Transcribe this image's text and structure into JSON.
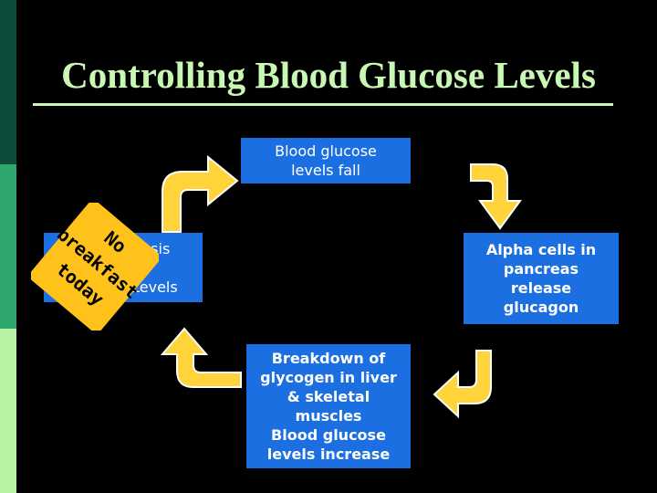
{
  "title": "Controlling Blood Glucose Levels",
  "boxes": {
    "top": "Blood glucose\nlevels fall",
    "left": "Homeostasis\nNormal\nGlucose Levels",
    "right": "Alpha cells in\npancreas\nrelease\nglucagon",
    "bottom": "Breakdown of\nglycogen in liver\n& skeletal\nmuscles\nBlood glucose\nlevels increase"
  },
  "sticker": {
    "line1": "No",
    "line2": "breakfast",
    "line3": "today"
  },
  "colors": {
    "background": "#000000",
    "title": "#c9f7b4",
    "box": "#1c6fe0",
    "arrow": "#ffd33a",
    "sticker": "#ffc21a"
  },
  "icons": {
    "arrow": "curved-arrow-icon"
  }
}
